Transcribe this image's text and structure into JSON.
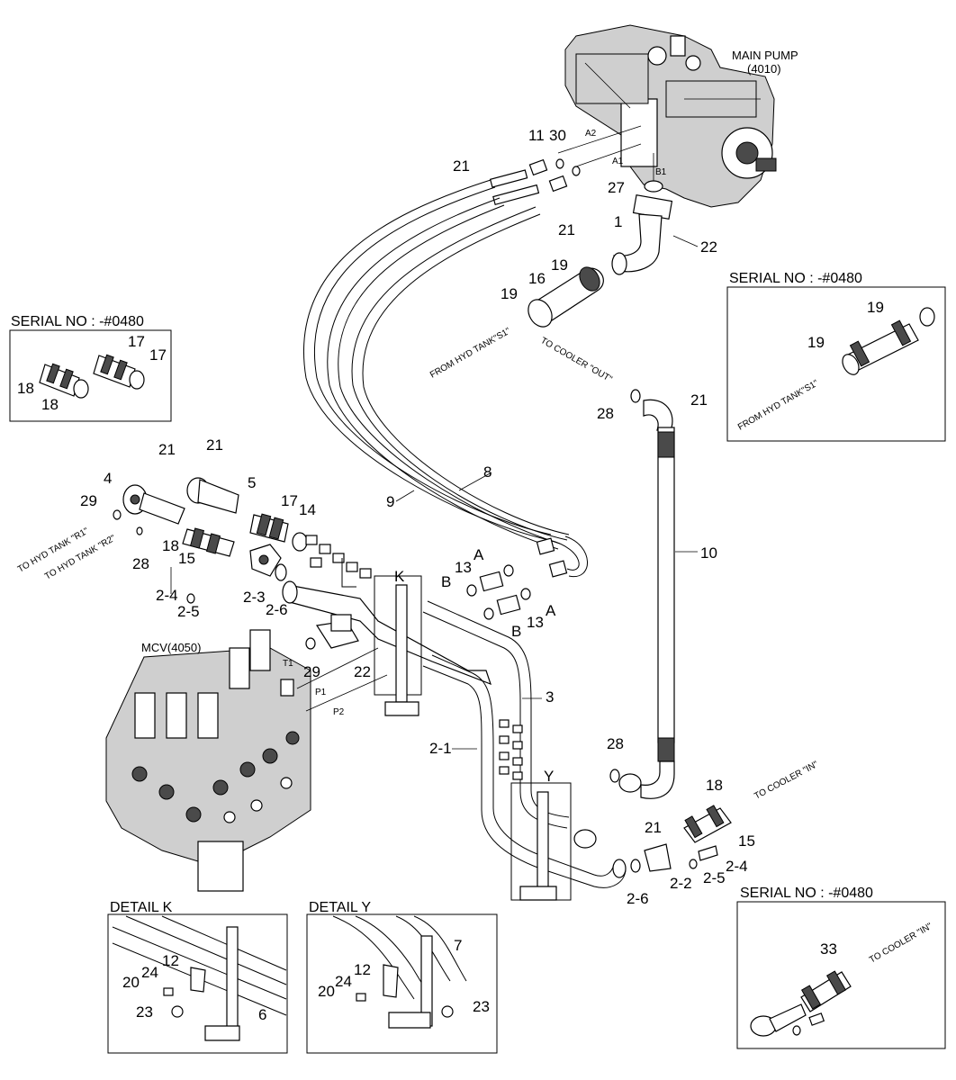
{
  "components": {
    "main_pump": {
      "name": "MAIN PUMP",
      "code": "(4010)"
    },
    "mcv": {
      "name": "MCV(4050)"
    }
  },
  "ports": {
    "a2": "A2",
    "a1": "A1",
    "b1": "B1",
    "t1": "T1",
    "p1": "P1",
    "p2": "P2",
    "a_top": "A",
    "a_bottom": "A",
    "b_top": "B",
    "b_bottom": "B"
  },
  "flow_notes": {
    "from_hyd_tank_main": "FROM HYD TANK\"S1\"",
    "to_cooler_out": "TO COOLER \"OUT\"",
    "to_hyd_tank_r1": "TO HYD TANK \"R1\"",
    "to_hyd_tank_r2": "TO HYD TANK \"R2\"",
    "to_cooler_in": "TO COOLER \"IN\""
  },
  "callouts": {
    "c11": "11",
    "c30": "30",
    "c21a": "21",
    "c21b": "21",
    "c27": "27",
    "c1": "1",
    "c22a": "22",
    "c19a": "19",
    "c16": "16",
    "c19b": "19",
    "c28a": "28",
    "c21c": "21",
    "c8": "8",
    "c9": "9",
    "c10": "10",
    "c21d": "21",
    "c21e": "21",
    "c4": "4",
    "c5": "5",
    "c29a": "29",
    "c17": "17",
    "c14": "14",
    "c18a": "18",
    "c15a": "15",
    "c28b": "28",
    "c2_4a": "2-4",
    "c2_5a": "2-5",
    "c2_3": "2-3",
    "c2_6a": "2-6",
    "c13a": "13",
    "c13b": "13",
    "c29b": "29",
    "c22b": "22",
    "c3": "3",
    "c2_1": "2-1",
    "c28c": "28",
    "c21f": "21",
    "c18b": "18",
    "c15b": "15",
    "c2_2": "2-2",
    "c2_5b": "2-5",
    "c2_4b": "2-4",
    "c2_6b": "2-6",
    "view_k": "K",
    "view_y": "Y"
  },
  "inset_serial_top_left": {
    "header": "SERIAL NO : -#0480",
    "c17a": "17",
    "c17b": "17",
    "c18a": "18",
    "c18b": "18"
  },
  "inset_serial_right": {
    "header": "SERIAL NO : -#0480",
    "c19a": "19",
    "c19b": "19",
    "note": "FROM HYD TANK\"S1\""
  },
  "inset_serial_bottom_right": {
    "header": "SERIAL NO : -#0480",
    "c33": "33",
    "note": "TO COOLER \"IN\""
  },
  "detail_k": {
    "header": "DETAIL K",
    "c12": "12",
    "c24": "24",
    "c20": "20",
    "c23": "23",
    "c6": "6"
  },
  "detail_y": {
    "header": "DETAIL Y",
    "c7": "7",
    "c12": "12",
    "c24": "24",
    "c20": "20",
    "c23": "23"
  }
}
